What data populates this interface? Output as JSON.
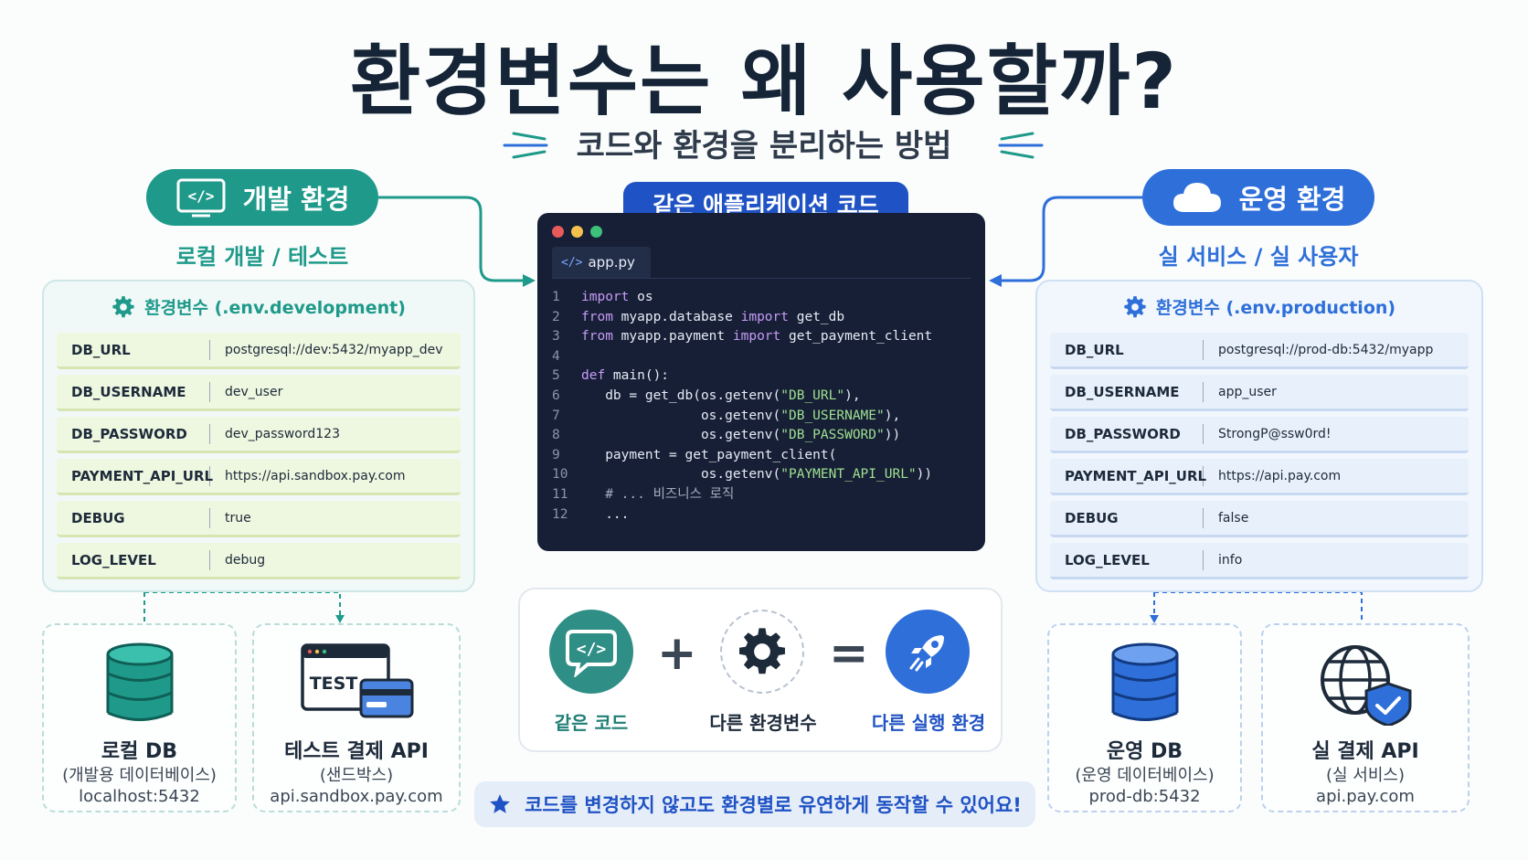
{
  "title": "환경변수는 왜 사용할까?",
  "subtitle": "코드와 환경을 분리하는 방법",
  "colors": {
    "dev_accent": "#1f9a8a",
    "prod_accent": "#2e6fd9",
    "code_bg": "#161f36",
    "code_badge": "#1f52c4"
  },
  "dev": {
    "pill_label": "개발 환경",
    "subheading": "로컬 개발 / 테스트",
    "panel_title": "환경변수 (.env.development)",
    "vars": [
      {
        "key": "DB_URL",
        "value": "postgresql://dev:5432/myapp_dev"
      },
      {
        "key": "DB_USERNAME",
        "value": "dev_user"
      },
      {
        "key": "DB_PASSWORD",
        "value": "dev_password123"
      },
      {
        "key": "PAYMENT_API_URL",
        "value": "https://api.sandbox.pay.com"
      },
      {
        "key": "DEBUG",
        "value": "true"
      },
      {
        "key": "LOG_LEVEL",
        "value": "debug"
      }
    ],
    "resources": [
      {
        "title": "로컬 DB",
        "subtitle": "(개발용 데이터베이스)",
        "host": "localhost:5432",
        "icon": "database-icon"
      },
      {
        "title": "테스트 결제 API",
        "subtitle": "(샌드박스)",
        "host": "api.sandbox.pay.com",
        "icon": "test-payment-icon",
        "icon_text": "TEST"
      }
    ]
  },
  "code": {
    "badge": "같은 애플리케이션 코드",
    "filename": "app.py",
    "lines": [
      {
        "n": "1",
        "segs": [
          {
            "t": "import",
            "c": "kw"
          },
          {
            "t": " os",
            "c": "tx"
          }
        ]
      },
      {
        "n": "2",
        "segs": [
          {
            "t": "from",
            "c": "kw"
          },
          {
            "t": " myapp.database ",
            "c": "tx"
          },
          {
            "t": "import",
            "c": "kw"
          },
          {
            "t": " get_db",
            "c": "tx"
          }
        ]
      },
      {
        "n": "3",
        "segs": [
          {
            "t": "from",
            "c": "kw"
          },
          {
            "t": " myapp.payment ",
            "c": "tx"
          },
          {
            "t": "import",
            "c": "kw"
          },
          {
            "t": " get_payment_client",
            "c": "tx"
          }
        ]
      },
      {
        "n": "4",
        "segs": []
      },
      {
        "n": "5",
        "segs": [
          {
            "t": "def",
            "c": "kw"
          },
          {
            "t": " main():",
            "c": "tx"
          }
        ]
      },
      {
        "n": "6",
        "segs": [
          {
            "t": "   db = get_db(os.getenv(",
            "c": "tx"
          },
          {
            "t": "\"DB_URL\"",
            "c": "st"
          },
          {
            "t": "),",
            "c": "tx"
          }
        ]
      },
      {
        "n": "7",
        "segs": [
          {
            "t": "               os.getenv(",
            "c": "tx"
          },
          {
            "t": "\"DB_USERNAME\"",
            "c": "st"
          },
          {
            "t": "),",
            "c": "tx"
          }
        ]
      },
      {
        "n": "8",
        "segs": [
          {
            "t": "               os.getenv(",
            "c": "tx"
          },
          {
            "t": "\"DB_PASSWORD\"",
            "c": "st"
          },
          {
            "t": "))",
            "c": "tx"
          }
        ]
      },
      {
        "n": "9",
        "segs": [
          {
            "t": "   payment = get_payment_client(",
            "c": "tx"
          }
        ]
      },
      {
        "n": "10",
        "segs": [
          {
            "t": "               os.getenv(",
            "c": "tx"
          },
          {
            "t": "\"PAYMENT_API_URL\"",
            "c": "st"
          },
          {
            "t": "))",
            "c": "tx"
          }
        ]
      },
      {
        "n": "11",
        "segs": [
          {
            "t": "   # ... 비즈니스 로직",
            "c": "cm"
          }
        ]
      },
      {
        "n": "12",
        "segs": [
          {
            "t": "   ...",
            "c": "tx"
          }
        ]
      }
    ]
  },
  "equation": {
    "items": [
      {
        "label": "같은 코드",
        "icon": "code-chat-icon"
      },
      {
        "label": "다른 환경변수",
        "icon": "gear-icon"
      },
      {
        "label": "다른 실행 환경",
        "icon": "rocket-icon"
      }
    ],
    "plus": "+",
    "equals": "="
  },
  "prod": {
    "pill_label": "운영 환경",
    "subheading": "실 서비스 / 실 사용자",
    "panel_title": "환경변수 (.env.production)",
    "vars": [
      {
        "key": "DB_URL",
        "value": "postgresql://prod-db:5432/myapp"
      },
      {
        "key": "DB_USERNAME",
        "value": "app_user"
      },
      {
        "key": "DB_PASSWORD",
        "value": "StrongP@ssw0rd!"
      },
      {
        "key": "PAYMENT_API_URL",
        "value": "https://api.pay.com"
      },
      {
        "key": "DEBUG",
        "value": "false"
      },
      {
        "key": "LOG_LEVEL",
        "value": "info"
      }
    ],
    "resources": [
      {
        "title": "운영 DB",
        "subtitle": "(운영 데이터베이스)",
        "host": "prod-db:5432",
        "icon": "database-icon"
      },
      {
        "title": "실 결제 API",
        "subtitle": "(실 서비스)",
        "host": "api.pay.com",
        "icon": "globe-shield-icon"
      }
    ]
  },
  "banner": "코드를 변경하지 않고도 환경별로 유연하게 동작할 수 있어요!"
}
